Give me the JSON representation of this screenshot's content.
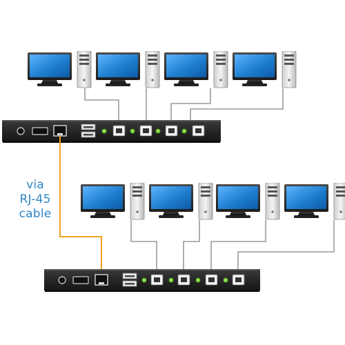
{
  "caption": {
    "line1": "via",
    "line2": "RJ-45",
    "line3": "cable"
  },
  "colors": {
    "cable": "#f0a020",
    "caption": "#2f86c5",
    "switch_body": "#2a2a2a",
    "led": "#8ee04a",
    "wire": "#9a9a9a",
    "screen": "#1f7fd0"
  },
  "diagram": {
    "units": [
      {
        "name": "kvm-switch-top",
        "computers": [
          "computer-1",
          "computer-2",
          "computer-3",
          "computer-4"
        ],
        "ports": [
          "usb-b-port-1",
          "usb-b-port-2",
          "usb-b-port-3",
          "usb-b-port-4"
        ]
      },
      {
        "name": "kvm-switch-bottom",
        "computers": [
          "computer-5",
          "computer-6",
          "computer-7",
          "computer-8"
        ],
        "ports": [
          "usb-b-port-5",
          "usb-b-port-6",
          "usb-b-port-7",
          "usb-b-port-8"
        ]
      }
    ],
    "link": "rj45-daisy-chain"
  }
}
